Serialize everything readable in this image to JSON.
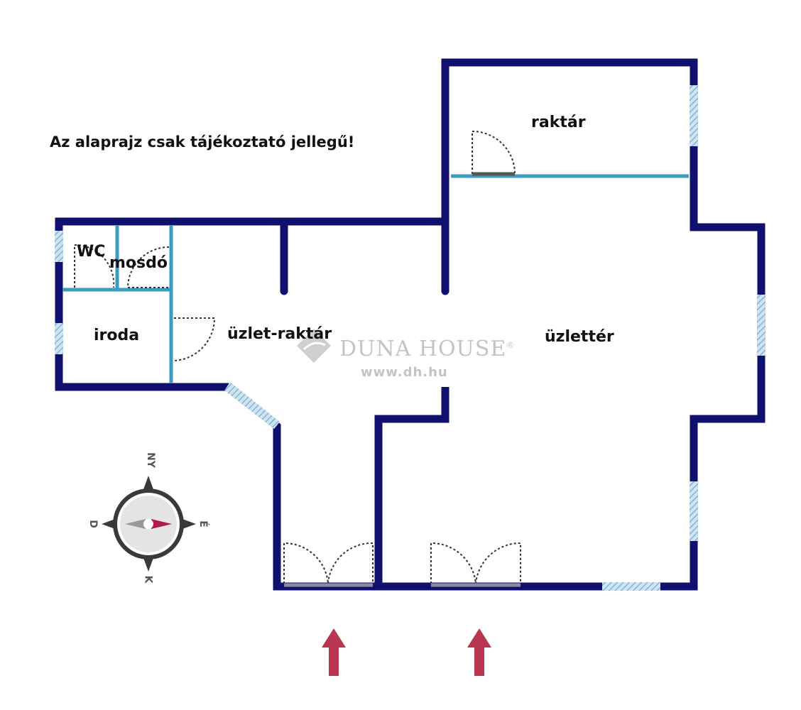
{
  "note": "Az alaprajz csak tájékoztató jellegű!",
  "rooms": {
    "raktar": "raktár",
    "wc": "WC",
    "mosdo": "mosdó",
    "iroda": "iroda",
    "uzlet_raktar": "üzlet-raktár",
    "uzletter": "üzlettér"
  },
  "watermark": {
    "brand": "DUNA HOUSE",
    "registered": "®",
    "url": "www.dh.hu"
  },
  "compass": {
    "north": "NY",
    "east": "É",
    "south": "K",
    "west": "D"
  },
  "colors": {
    "wall": "#10106e",
    "inner_wall": "#3a9cc0",
    "window": "#a9cde3",
    "arrow": "#b8364f"
  }
}
